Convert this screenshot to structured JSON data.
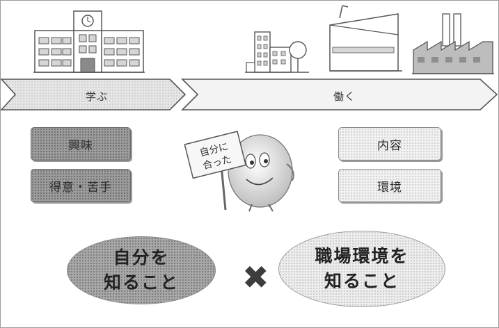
{
  "band": {
    "learn_label": "学ぶ",
    "work_label": "働く"
  },
  "left_boxes": [
    {
      "label": "興味"
    },
    {
      "label": "得意・苦手"
    }
  ],
  "right_boxes": [
    {
      "label": "内容"
    },
    {
      "label": "環境"
    }
  ],
  "mascot_sign": {
    "line1": "自分に",
    "line2": "合った"
  },
  "ellipses": {
    "left": {
      "line1": "自分を",
      "line2": "知ること"
    },
    "right": {
      "line1": "職場環境を",
      "line2": "知ること"
    }
  },
  "operator_symbol": "✖",
  "icons": [
    "school-building-icon",
    "office-town-icon",
    "factory-icon",
    "industrial-plant-icon",
    "mascot-character"
  ]
}
